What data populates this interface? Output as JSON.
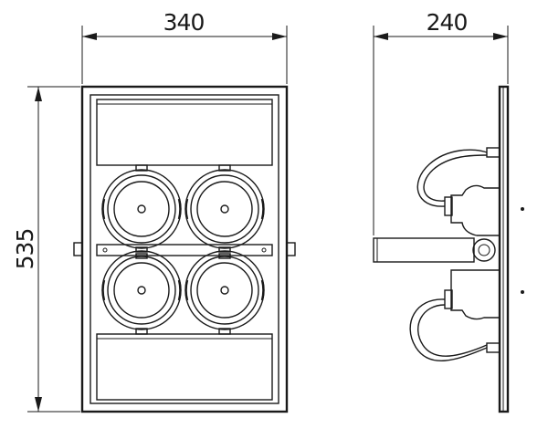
{
  "dimensions": {
    "width": "340",
    "height": "535",
    "depth": "240"
  },
  "colors": {
    "line": "#1a1a1a",
    "background": "#ffffff"
  }
}
